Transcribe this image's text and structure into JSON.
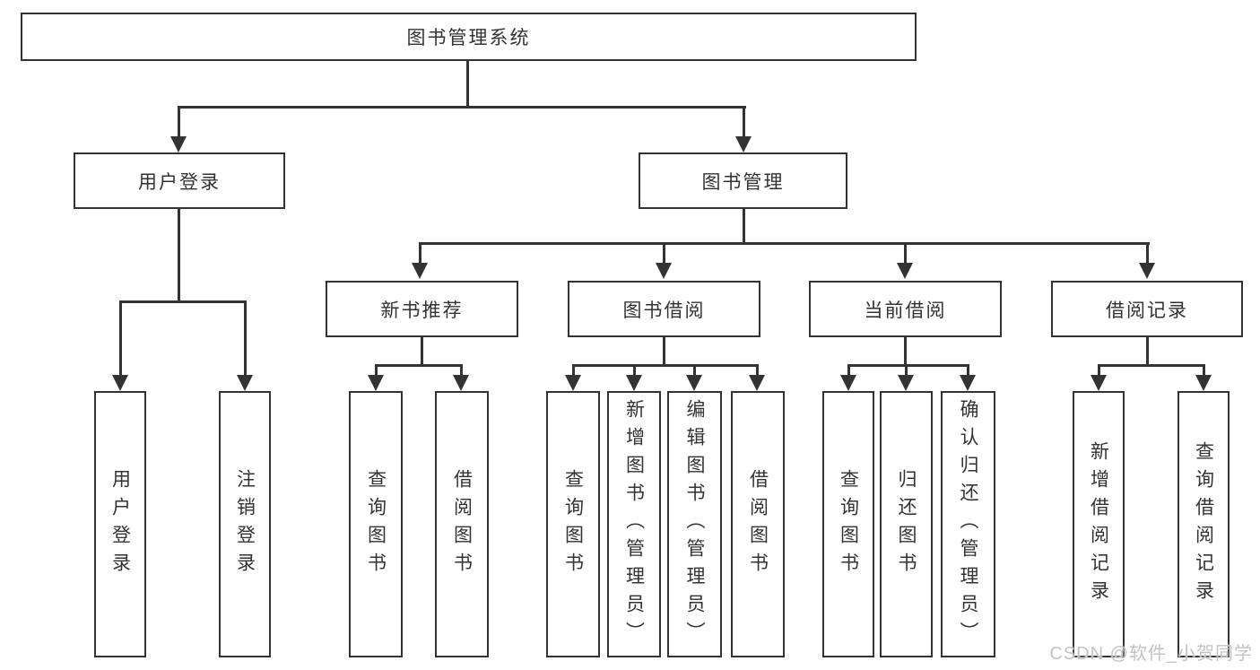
{
  "diagram": {
    "nodes": {
      "root": "图书管理系统",
      "user_login": "用户登录",
      "book_mgmt": "图书管理",
      "new_book_rec": "新书推荐",
      "book_borrow": "图书借阅",
      "current_borrow": "当前借阅",
      "borrow_record": "借阅记录",
      "leaf_user_login": "用户登录",
      "leaf_logout": "注销登录",
      "leaf_nbr_query": "查询图书",
      "leaf_nbr_borrow": "借阅图书",
      "leaf_bb_query": "查询图书",
      "leaf_bb_add": "新增图书（管理员）",
      "leaf_bb_edit": "编辑图书（管理员）",
      "leaf_bb_borrow": "借阅图书",
      "leaf_cb_query": "查询图书",
      "leaf_cb_return": "归还图书",
      "leaf_cb_confirm": "确认归还（管理员）",
      "leaf_br_add": "新增借阅记录",
      "leaf_br_query": "查询借阅记录"
    },
    "colors": {
      "line": "#333333",
      "text": "#333333",
      "background": "#ffffff",
      "watermark": "#c3c3c3"
    }
  },
  "watermark": "CSDN @软件_小贺同学"
}
